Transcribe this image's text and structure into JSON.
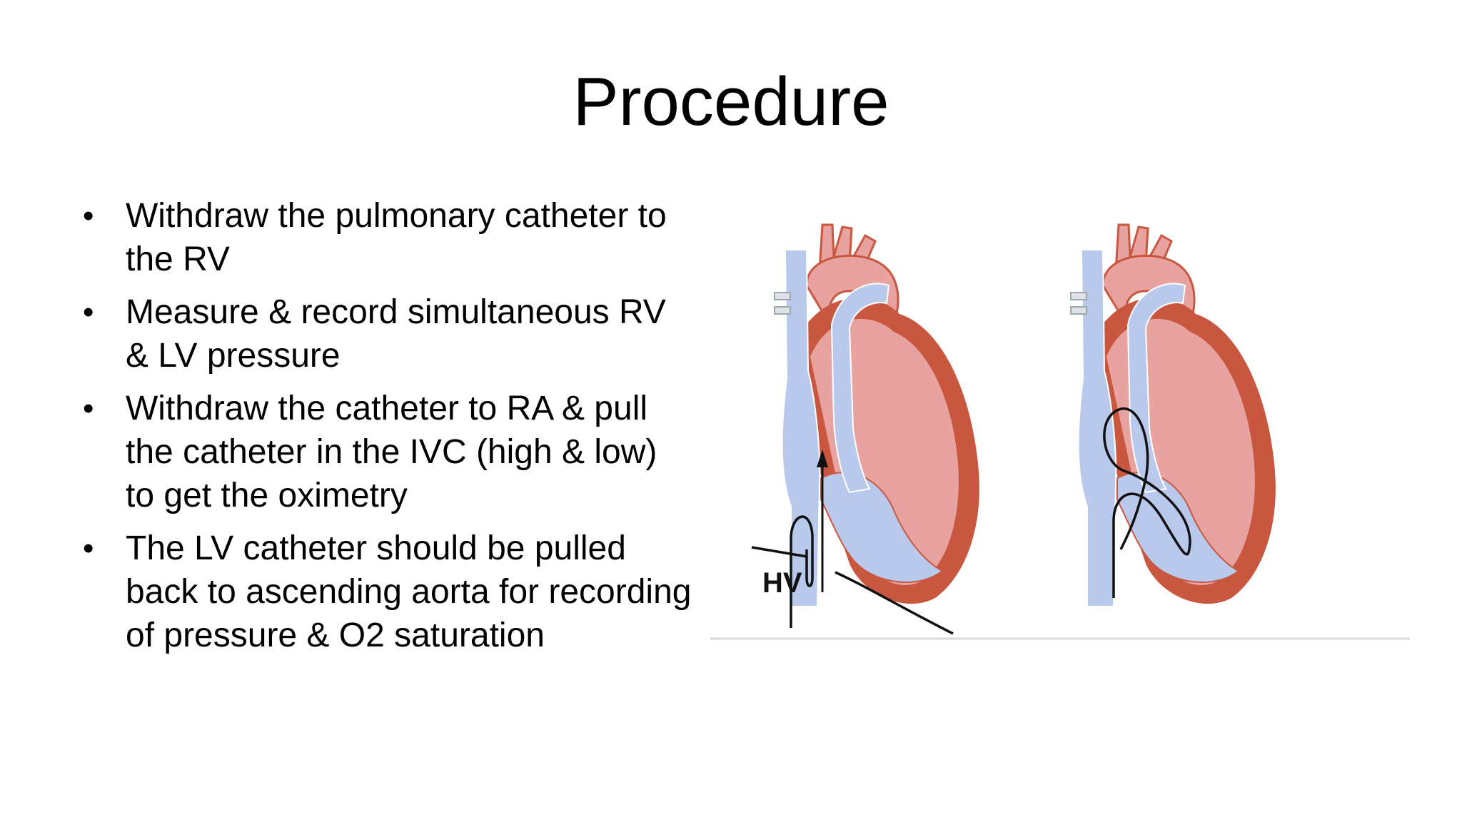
{
  "slide": {
    "title": "Procedure",
    "bullets": [
      "Withdraw the pulmonary catheter to the RV",
      "Measure & record simultaneous RV & LV pressure",
      "Withdraw the catheter to RA & pull the catheter in the IVC (high & low) to get the oximetry",
      "The LV catheter should be pulled back to ascending aorta for recording  of pressure & O2 saturation"
    ],
    "bullet_symbol": "•"
  },
  "figure": {
    "label_hv": "HV",
    "colors": {
      "myocardium": "#c9573f",
      "chamber_pink": "#e8a3a0",
      "venous_blue": "#b9c9ec",
      "catheter": "#111111"
    }
  }
}
